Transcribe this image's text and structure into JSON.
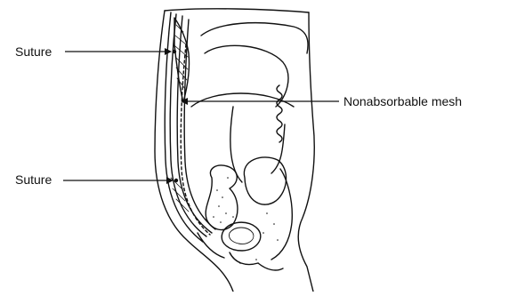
{
  "labels": {
    "suture_top": "Suture",
    "mesh": "Nonabsorbable mesh",
    "suture_bottom": "Suture"
  },
  "colors": {
    "ink": "#111111",
    "background": "#ffffff"
  }
}
